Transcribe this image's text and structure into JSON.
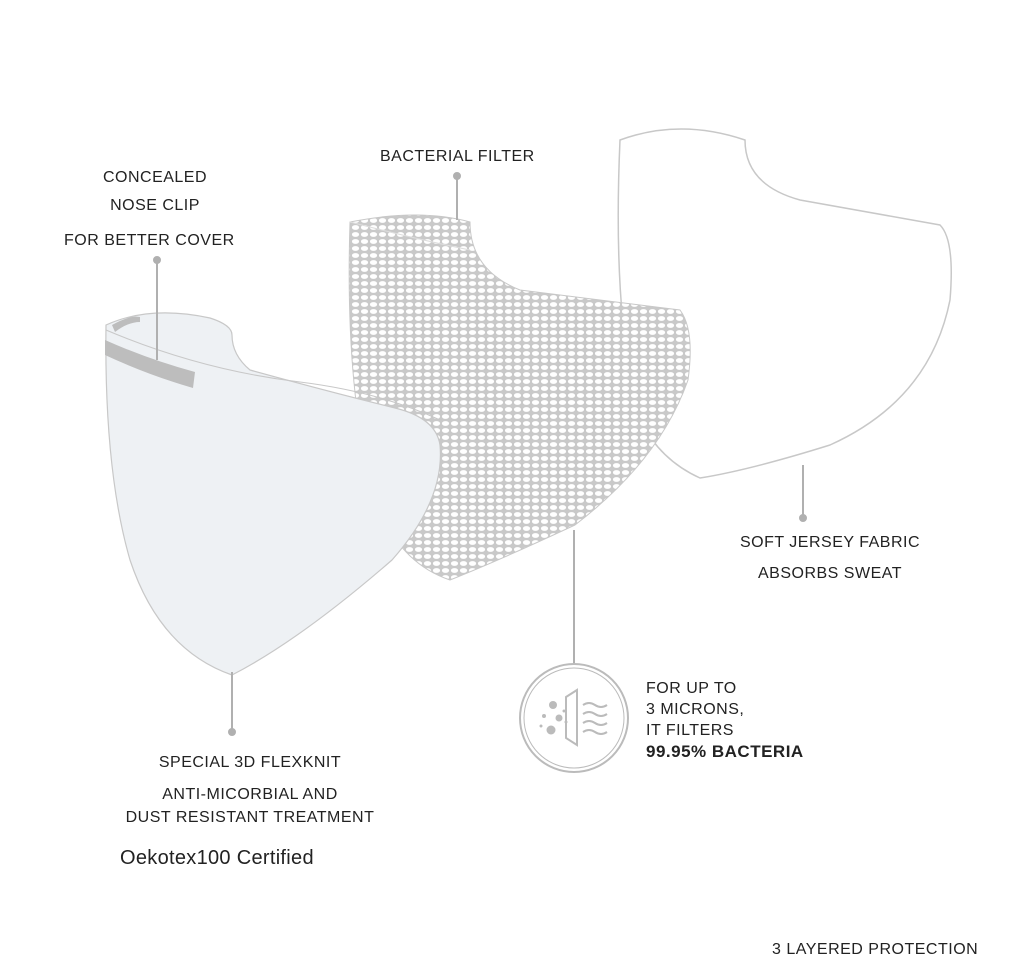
{
  "labels": {
    "nose_clip": [
      "CONCEALED",
      "NOSE CLIP",
      "FOR BETTER COVER"
    ],
    "bacterial_filter": "BACTERIAL FILTER",
    "soft_jersey": [
      "SOFT JERSEY FABRIC",
      "ABSORBS SWEAT"
    ],
    "flexknit": [
      "SPECIAL 3D FLEXKNIT",
      "ANTI-MICORBIAL AND",
      "DUST RESISTANT TREATMENT"
    ],
    "certified": "Oekotex100 Certified",
    "filter_info": [
      "FOR UP TO",
      "3 MICRONS,",
      "IT FILTERS",
      "99.95% BACTERIA"
    ],
    "footer": "3 LAYERED PROTECTION"
  },
  "colors": {
    "outer_layer": "#eef1f4",
    "line": "#b0b0b0",
    "clip": "#bdbdbd",
    "text": "#222222"
  }
}
